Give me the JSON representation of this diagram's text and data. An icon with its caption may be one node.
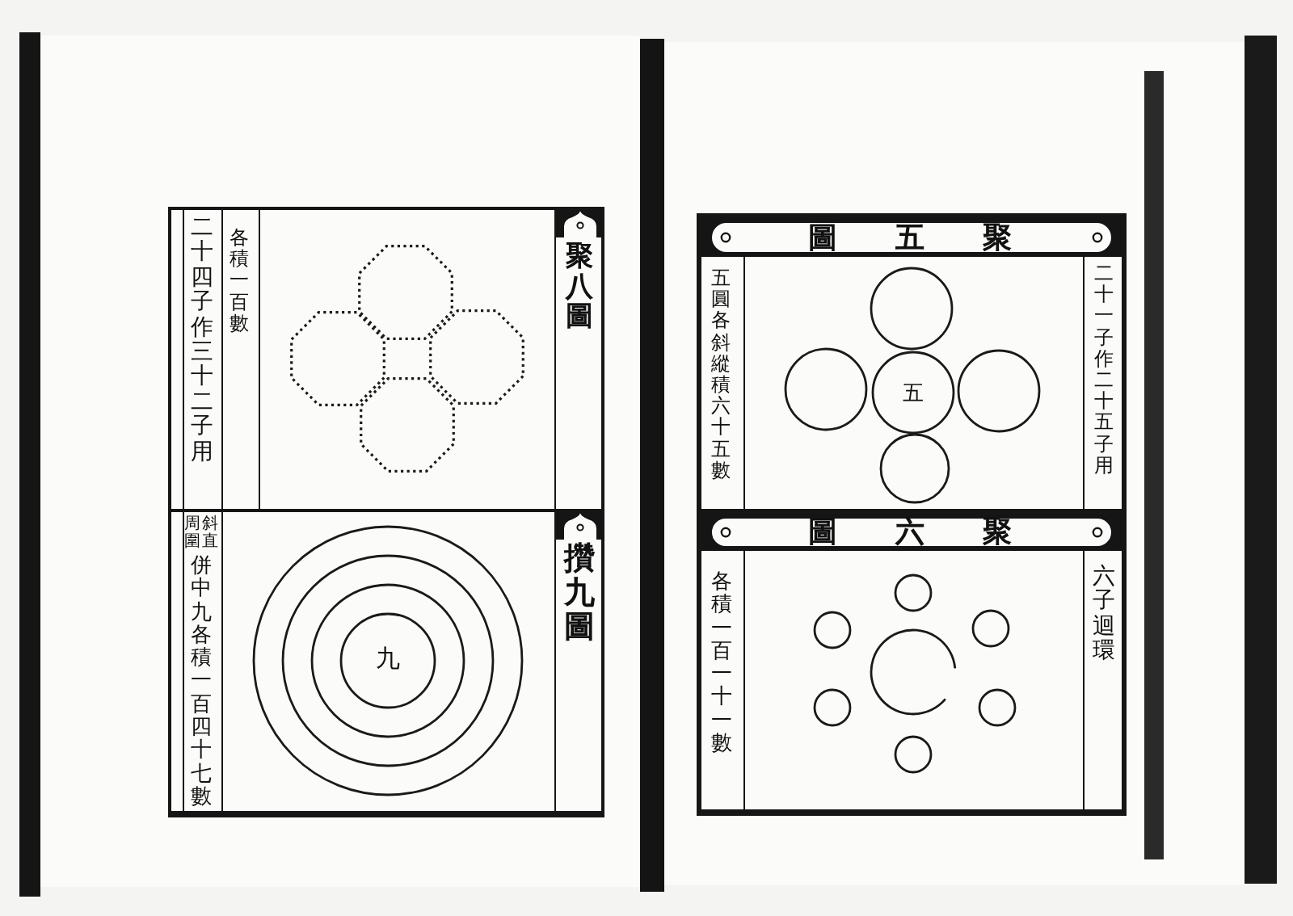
{
  "diagram": {
    "nodes": [
      {
        "text": [
          "二十四子作三十二子用",
          "各積一百數"
        ]
      },
      {
        "text": [
          "聚八圖"
        ],
        "in": 0
      },
      {
        "text": [],
        "shape": "octagon",
        "in": 0
      },
      {
        "text": [],
        "shape": "octagon",
        "in": 0
      },
      {
        "text": [],
        "shape": "octagon",
        "in": 0
      },
      {
        "text": [],
        "shape": "octagon",
        "in": 0
      },
      {
        "text": [
          "斜直周圍",
          "併中九各積一百四十七數"
        ]
      },
      {
        "text": [
          "攢九圖"
        ],
        "in": 6
      },
      {
        "text": [],
        "shape": "circle",
        "in": 6
      },
      {
        "text": [],
        "shape": "circle",
        "in": 8
      },
      {
        "text": [],
        "shape": "circle",
        "in": 9
      },
      {
        "text": [
          "九"
        ],
        "in": 10
      },
      {
        "text": [
          "五圓各斜縱積六十五數",
          "二十一子作二十五子用"
        ]
      },
      {
        "text": [
          "聚五圖"
        ],
        "in": 12
      },
      {
        "text": [],
        "shape": "circle",
        "in": 12
      },
      {
        "text": [],
        "shape": "circle",
        "in": 12
      },
      {
        "text": [
          "五"
        ],
        "in": 12
      },
      {
        "text": [],
        "shape": "circle",
        "in": 12
      },
      {
        "text": [],
        "shape": "circle",
        "in": 12
      },
      {
        "text": [
          "各積一百一十一數",
          "六子迴環"
        ]
      },
      {
        "text": [
          "聚六圖"
        ],
        "in": 19
      },
      {
        "text": [],
        "shape": "circle",
        "in": 19
      },
      {
        "text": [],
        "shape": "circle",
        "in": 19
      },
      {
        "text": [],
        "shape": "circle",
        "in": 19
      },
      {
        "text": [],
        "shape": "circle",
        "in": 19
      },
      {
        "text": [],
        "shape": "circle",
        "in": 19
      },
      {
        "text": [],
        "shape": "circle",
        "in": 19
      },
      {
        "text": [],
        "shape": "circle",
        "in": 19
      }
    ]
  }
}
